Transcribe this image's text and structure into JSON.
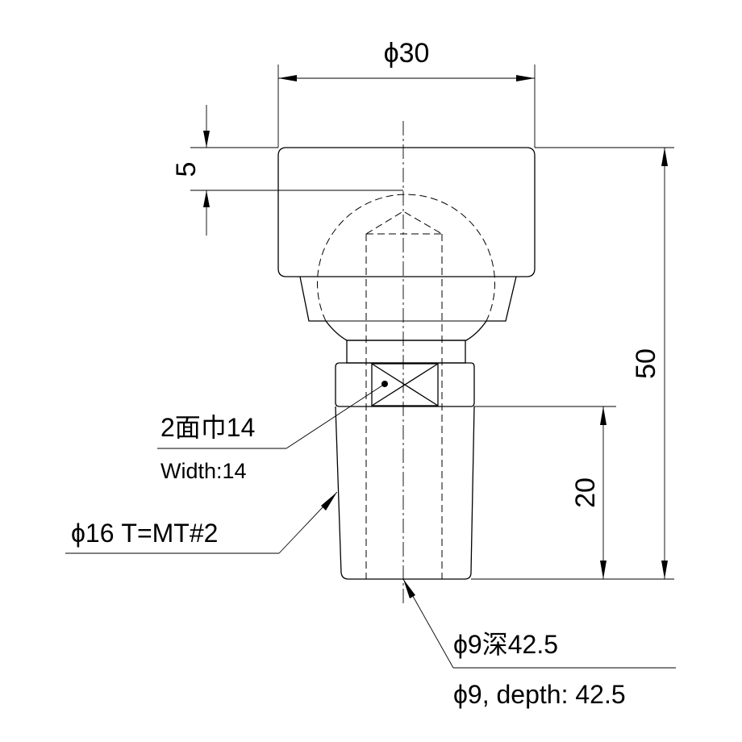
{
  "labels": {
    "diameter_top": "ϕ30",
    "height_cap": "5",
    "height_total": "50",
    "height_taper": "20",
    "flat_width_jp": "2面巾14",
    "flat_width_en": "Width:14",
    "shank": "ϕ16 T=MT#2",
    "bore_jp": "ϕ9深42.5",
    "bore_en": "ϕ9, depth: 42.5"
  }
}
